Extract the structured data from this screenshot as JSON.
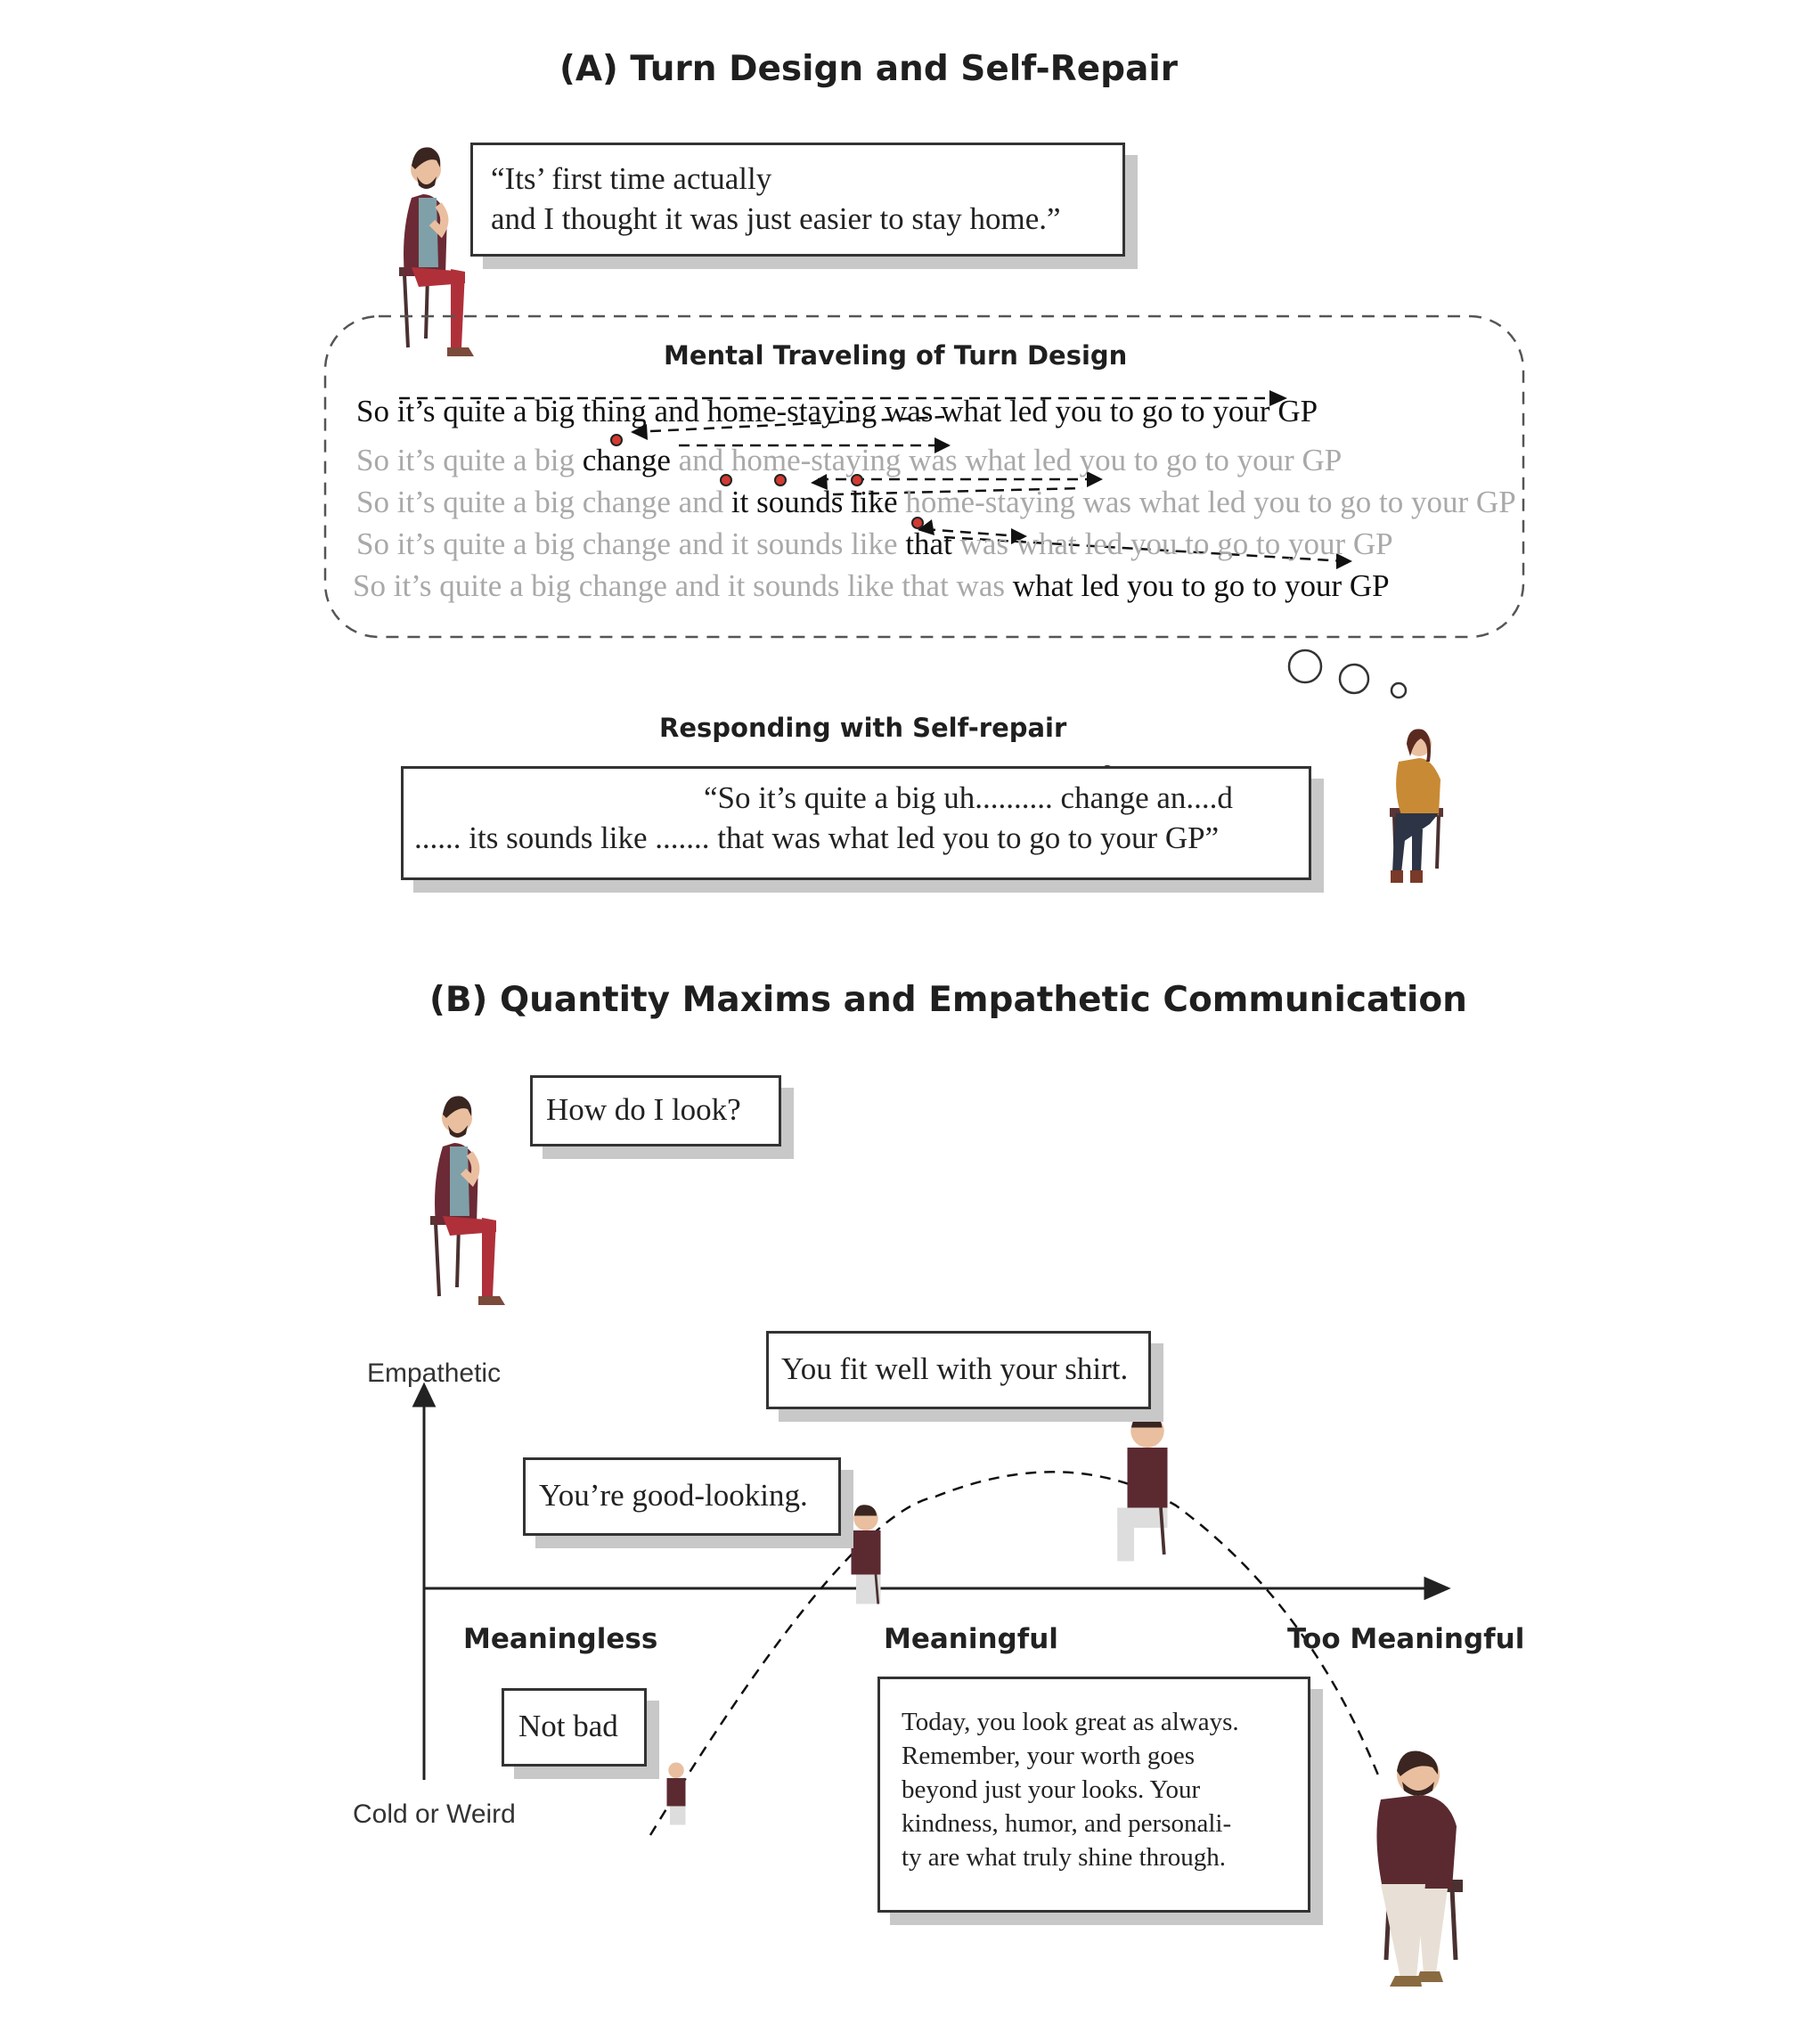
{
  "section_a": {
    "title": "(A) Turn Design and Self-Repair",
    "patient_quote_line1": "“Its’ first time actually",
    "patient_quote_line2": "and I thought it was just easier to stay home.”",
    "mental_title": "Mental Traveling of Turn Design",
    "mental_lines": [
      {
        "pre": "",
        "bold": "So it’s quite a big thing and home-staying was what led you to go to your GP",
        "post": ""
      },
      {
        "pre": "So it’s quite a big ",
        "bold": "change",
        "post": " and home-staying was what led you to go to your GP"
      },
      {
        "pre": "So it’s quite a big change and ",
        "bold": "it sounds like",
        "post": " home-staying was what led you to go to your GP"
      },
      {
        "pre": "So it’s quite a big change and it sounds like ",
        "bold": "that",
        "post": " was what led you to go to your GP"
      },
      {
        "pre": "So it’s quite a big change and it sounds like that was ",
        "bold": "what led you to go to your GP",
        "post": ""
      }
    ],
    "response_title": "Responding with Self-repair",
    "response_line1": "“So it’s quite a big uh.......... change an....d",
    "response_line2": "...... its sounds like ....... that was what led you to go to your GP”"
  },
  "section_b": {
    "title": "(B) Quantity Maxims and Empathetic Communication",
    "question": "How do I look?",
    "y_axis_top": "Empathetic",
    "y_axis_bottom": "Cold or Weird",
    "x_categories": [
      "Meaningless",
      "Meaningful",
      "Too Meaningful"
    ],
    "responses": {
      "not_bad": "Not bad",
      "good_looking": "You’re good-looking.",
      "fit_shirt": "You fit well with your shirt.",
      "too_meaningful": "Today, you look great as always. Remember, your worth goes beyond just your looks. Your kindness, humor, and personality are what truly shine through.",
      "too_meaningful_lines": [
        "Today, you look great as always.",
        "Remember, your worth goes",
        "beyond just your looks. Your",
        "kindness, humor, and personali-",
        "ty are what truly shine through."
      ]
    }
  },
  "colors": {
    "dot_red": "#d23a32",
    "shirt_teal": "#7fa0a8",
    "jacket_maroon": "#6b2a35",
    "pants_red": "#b0303a",
    "woman_orange": "#c98a35",
    "man_sweater": "#5a2a30"
  }
}
